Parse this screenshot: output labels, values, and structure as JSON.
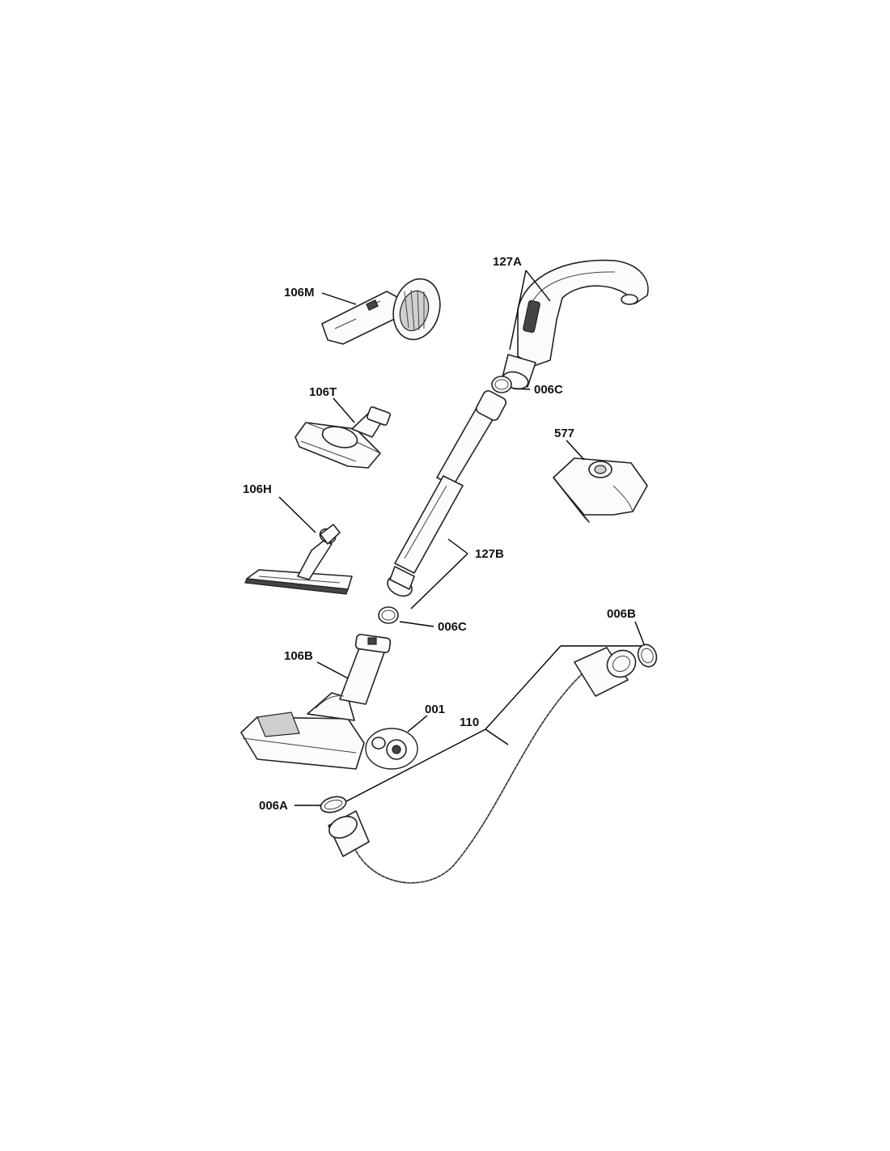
{
  "callouts": {
    "c106M": "106M",
    "c127A": "127A",
    "c006C_top": "006C",
    "c106T": "106T",
    "c577": "577",
    "c106H": "106H",
    "c127B": "127B",
    "c006C_mid": "006C",
    "c006B": "006B",
    "c106B": "106B",
    "c001": "001",
    "c110": "110",
    "c006A": "006A"
  }
}
